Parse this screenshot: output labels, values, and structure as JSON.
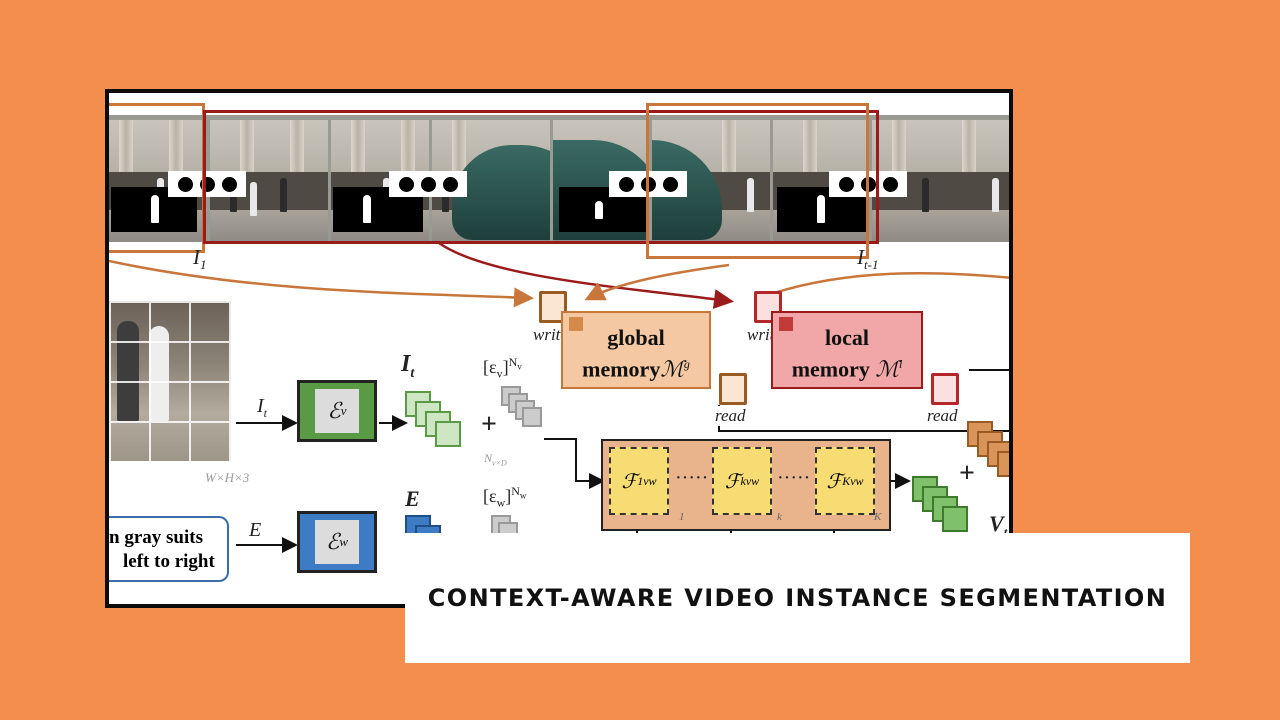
{
  "caption": "CONTEXT-AWARE VIDEO INSTANCE SEGMENTATION",
  "labels": {
    "frame_first": "I",
    "frame_first_sub": "1",
    "frame_last": "I",
    "frame_last_sub": "t-1",
    "it_arrow": "I",
    "it_arrow_sub": "t",
    "it_feature": "I",
    "it_feature_sub": "t",
    "image_size": "W×H×3",
    "e_arrow": "E",
    "e_feature": "E",
    "enc_v": "ℰ",
    "enc_v_sub": "v",
    "enc_w": "ℰ",
    "enc_w_sub": "w",
    "eps_v": "[ε",
    "eps_v_sub": "v",
    "eps_v_sup": "N",
    "eps_v_sup_sub": "v",
    "eps_v_size": "N",
    "eps_v_size_tail": "v×D",
    "eps_w": "[ε",
    "eps_w_sub": "w",
    "eps_w_sup": "N",
    "eps_w_sup_sub": "w",
    "plus1": "+",
    "plus2": "+",
    "write1": "write",
    "write2": "write",
    "read1": "read",
    "read2": "read",
    "global_line1": "global",
    "global_line2": "memory",
    "global_symbol": "ℳ",
    "global_sup": "g",
    "local_line1": "local",
    "local_line2": "memory",
    "local_symbol": "ℳ",
    "local_sup": "l",
    "f1": "ℱ",
    "f1_sup": "1",
    "f1_sub": "vw",
    "fk": "ℱ",
    "fk_sup": "k",
    "fk_sub": "vw",
    "fK": "ℱ",
    "fK_sup": "K",
    "fK_sub": "vw",
    "idx1": "1",
    "idxk": "k",
    "idxK": "K",
    "ellipsis1": "·····",
    "ellipsis2": "·····",
    "vt": "V",
    "vt_sub": "t",
    "query_line1": "n gray suits",
    "query_line2": "left to right"
  },
  "colors": {
    "background": "#F48E4D",
    "green_encoder": "#5a9a45",
    "blue_encoder": "#3d7cc4",
    "global_memory": "#f3c8a2",
    "local_memory": "#f1a7a7",
    "fusion_block": "#e9b48c",
    "global_box": "#c8763a",
    "local_box": "#9b1b1b"
  }
}
